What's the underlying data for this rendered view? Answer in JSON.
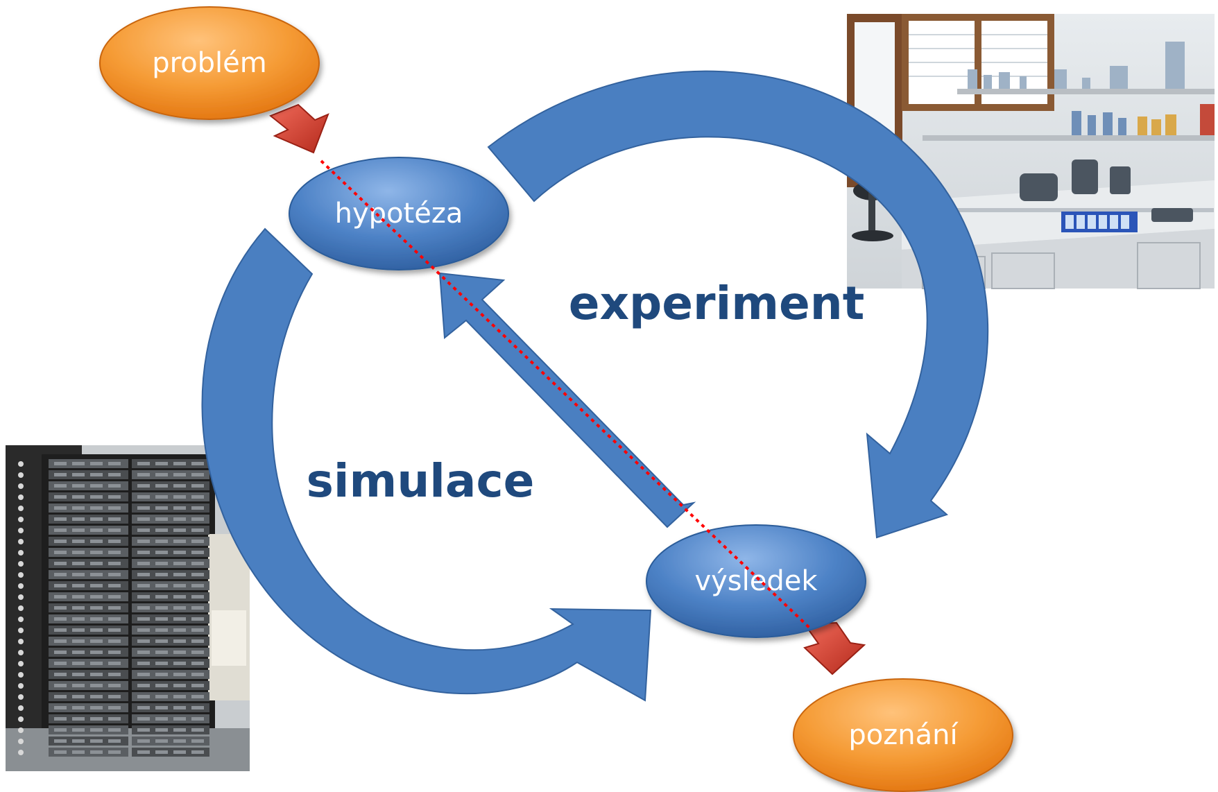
{
  "nodes": {
    "problem": "problém",
    "hypothesis": "hypotéza",
    "result": "výsledek",
    "knowledge": "poznání"
  },
  "labels": {
    "experiment": "experiment",
    "simulation": "simulace"
  },
  "photos": {
    "laboratory": "laboratory-photo",
    "server_rack": "server-rack-photo"
  },
  "colors": {
    "orange_node": "#f79646",
    "blue_node": "#4f81bd",
    "arrow_blue": "#4a7fc1",
    "label_navy": "#1f497d",
    "red_arrow": "#d03a2a",
    "dotted_line": "#ff0000"
  }
}
